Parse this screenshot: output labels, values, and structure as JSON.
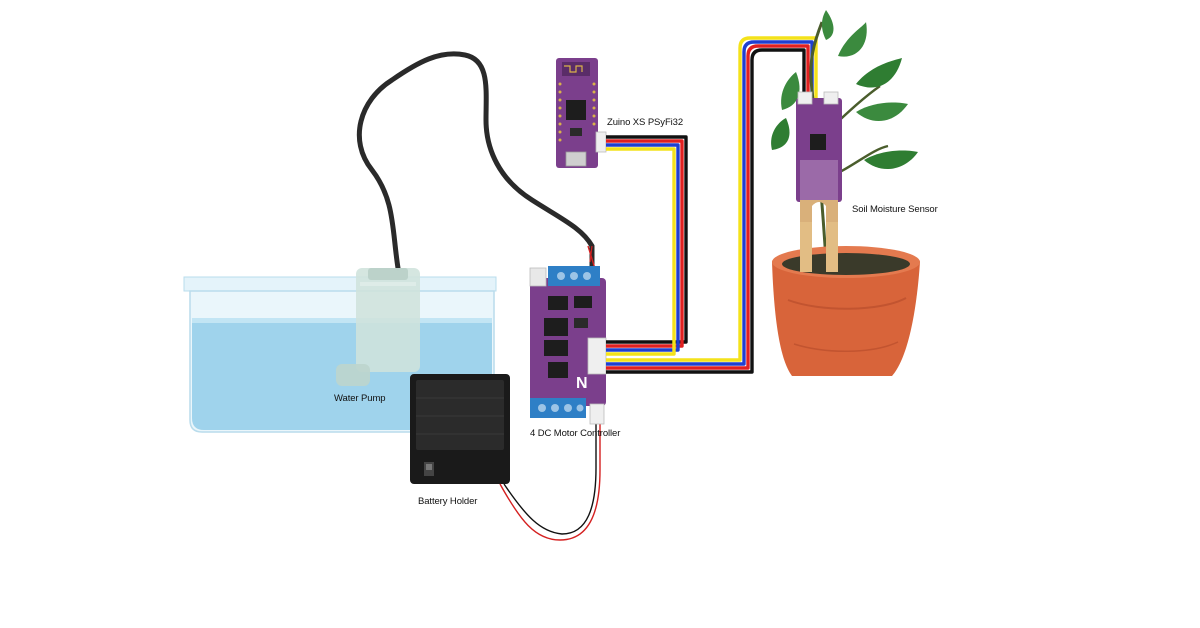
{
  "labels": {
    "water_pump": "Water Pump",
    "battery_holder": "Battery Holder",
    "motor_controller": "4 DC Motor Controller",
    "board": "Zuino XS PSyFi32",
    "sensor": "Soil Moisture Sensor"
  },
  "components": [
    {
      "name": "water-tank",
      "icon": "water-tank"
    },
    {
      "name": "water-pump",
      "icon": "submersible-pump"
    },
    {
      "name": "battery-holder",
      "icon": "battery-box"
    },
    {
      "name": "motor-controller",
      "icon": "pcb-board"
    },
    {
      "name": "microcontroller-board",
      "icon": "pcb-board"
    },
    {
      "name": "soil-moisture-sensor",
      "icon": "probe-sensor"
    },
    {
      "name": "potted-plant",
      "icon": "plant"
    }
  ],
  "colors": {
    "water": "#9fd3ec",
    "tank_glass": "#d7eef8",
    "pcb_purple": "#7b3f8c",
    "terminal_blue": "#2e7fc6",
    "battery_black": "#1a1a1a",
    "pot": "#d8643a",
    "leaf": "#2f7d32",
    "wire_black": "#111111",
    "wire_red": "#e02020",
    "wire_blue": "#1f3fd0",
    "wire_yellow": "#f4e21a"
  }
}
